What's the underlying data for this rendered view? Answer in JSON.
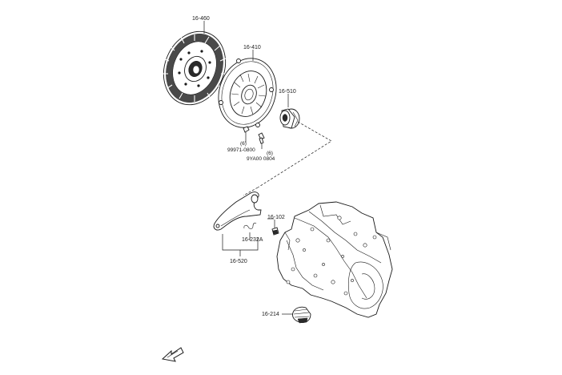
{
  "callouts": {
    "clutch_disc": "16-460",
    "clutch_cover": "16-410",
    "release_bearing": "16-510",
    "bolt_qty": "(6)",
    "bolt_part": "99971-0800",
    "dowel_qty": "(6)",
    "dowel_part": "9YA00 0804",
    "pivot": "16-102",
    "spring_clip": "16-232A",
    "release_fork_assy": "16-520",
    "boot": "16-214"
  },
  "icons": {
    "front_indicator": "front-arrow-icon"
  }
}
